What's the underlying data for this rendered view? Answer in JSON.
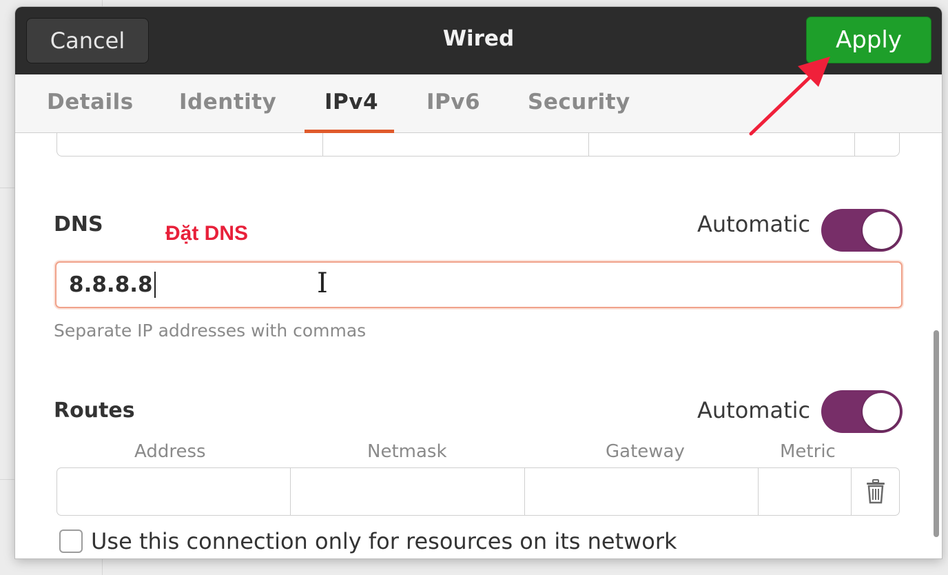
{
  "dialog": {
    "title": "Wired",
    "cancel_label": "Cancel",
    "apply_label": "Apply"
  },
  "tabs": [
    {
      "label": "Details"
    },
    {
      "label": "Identity"
    },
    {
      "label": "IPv4",
      "active": true
    },
    {
      "label": "IPv6"
    },
    {
      "label": "Security"
    }
  ],
  "dns": {
    "label": "DNS",
    "annotation": "Đặt DNS",
    "automatic_label": "Automatic",
    "automatic_on": true,
    "value": "8.8.8.8",
    "hint": "Separate IP addresses with commas"
  },
  "routes": {
    "label": "Routes",
    "automatic_label": "Automatic",
    "automatic_on": true,
    "columns": [
      "Address",
      "Netmask",
      "Gateway",
      "Metric"
    ]
  },
  "only_local": {
    "label": "Use this connection only for resources on its network",
    "checked": false
  },
  "colors": {
    "apply_green": "#1e9f2a",
    "toggle_purple": "#772e68",
    "tab_underline": "#e05a2b",
    "annotation_red": "#e8203a"
  },
  "icons": [
    "trash-icon",
    "text-cursor-icon",
    "red-arrow-annotation"
  ]
}
